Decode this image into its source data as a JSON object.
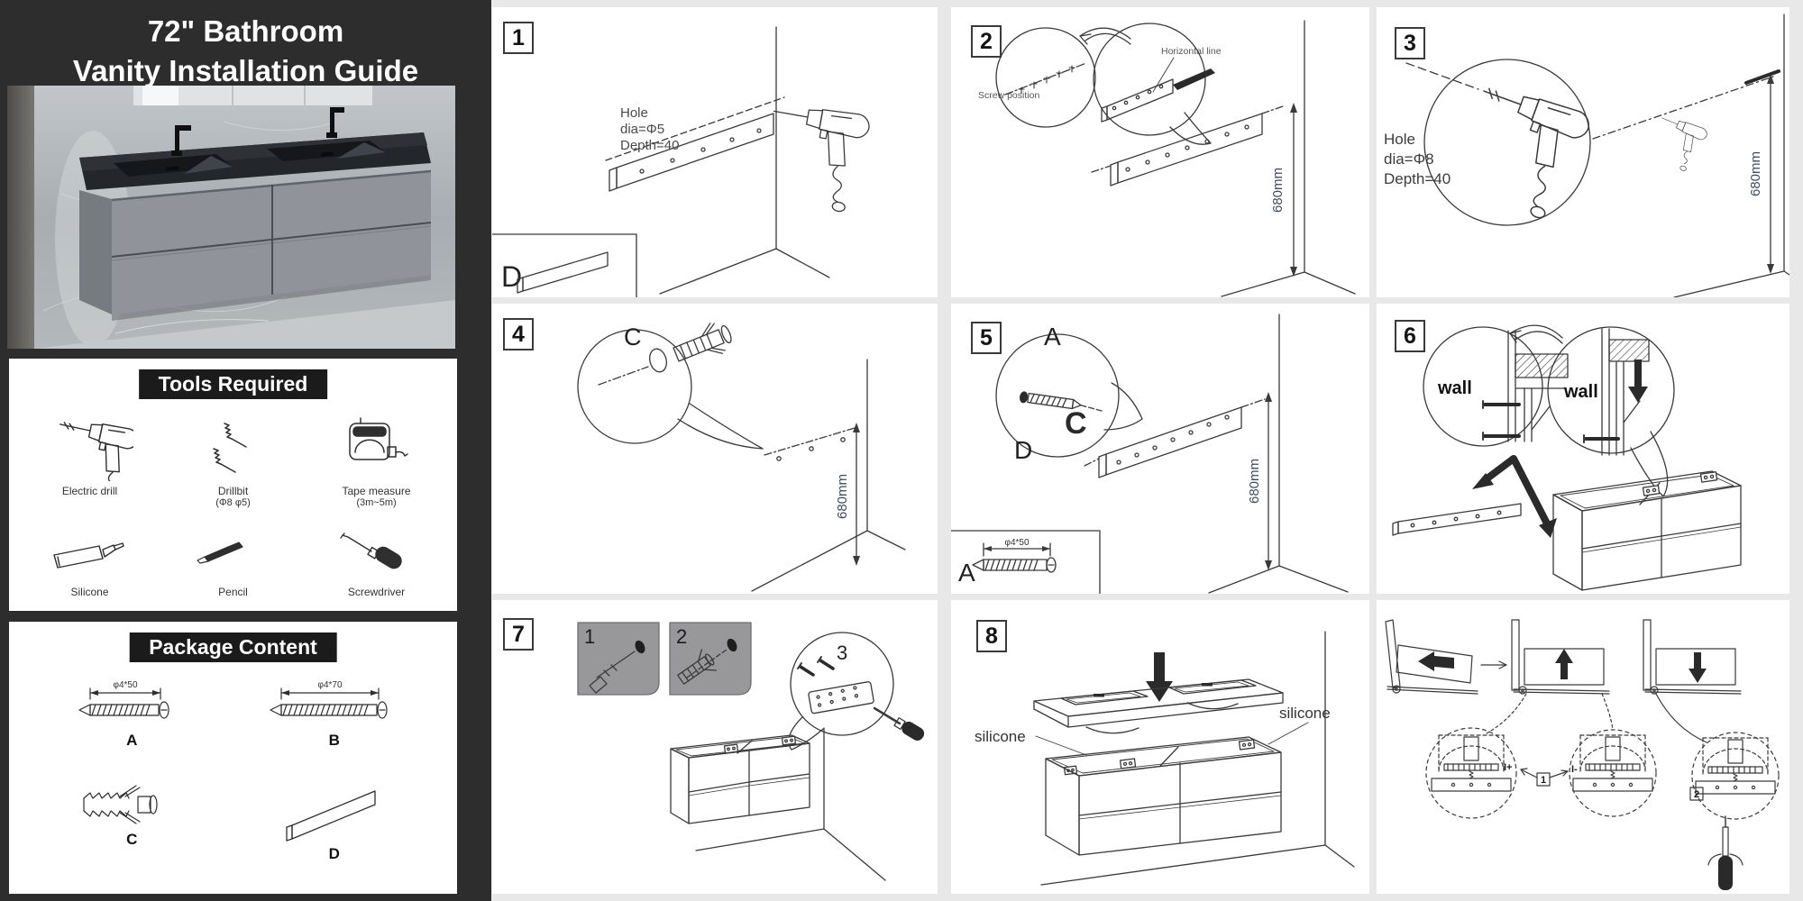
{
  "title": {
    "line1": "72\" Bathroom",
    "line2": "Vanity Installation Guide"
  },
  "tools": {
    "header": "Tools Required",
    "items": [
      {
        "label": "Electric drill",
        "sublabel": ""
      },
      {
        "label": "Drillbit",
        "sublabel": "(Φ8 φ5)"
      },
      {
        "label": "Tape measure",
        "sublabel": "(3m~5m)"
      },
      {
        "label": "Silicone",
        "sublabel": ""
      },
      {
        "label": "Pencil",
        "sublabel": ""
      },
      {
        "label": "Screwdriver",
        "sublabel": ""
      }
    ]
  },
  "package": {
    "header": "Package Content",
    "items": [
      {
        "letter": "A",
        "dim": "φ4*50"
      },
      {
        "letter": "B",
        "dim": "φ4*70"
      },
      {
        "letter": "C",
        "dim": ""
      },
      {
        "letter": "D",
        "dim": ""
      }
    ]
  },
  "steps": {
    "s1": {
      "num": "1",
      "hole1": "Hole",
      "hole2": "dia=Φ5",
      "hole3": "Depth=40",
      "inset_label": "D"
    },
    "s2": {
      "num": "2",
      "screw_position": "Screw position",
      "horizontal_line": "Horizontal line",
      "dim": "680mm"
    },
    "s3": {
      "num": "3",
      "hole1": "Hole",
      "hole2": "dia=Φ8",
      "hole3": "Depth=40",
      "dim": "680mm"
    },
    "s4": {
      "num": "4",
      "part": "C",
      "dim": "680mm"
    },
    "s5": {
      "num": "5",
      "part_a": "A",
      "part_c": "C",
      "part_d": "D",
      "dim": "680mm",
      "inset_label": "A",
      "inset_dim": "φ4*50"
    },
    "s6": {
      "num": "6",
      "wall": "wall"
    },
    "s7": {
      "num": "7",
      "sub1": "1",
      "sub2": "2",
      "sub3": "3"
    },
    "s8": {
      "num": "8",
      "silicone": "silicone"
    },
    "s9": {
      "adj1": "1",
      "adj2": "2",
      "plus": "I+",
      "minus": "I-"
    }
  }
}
